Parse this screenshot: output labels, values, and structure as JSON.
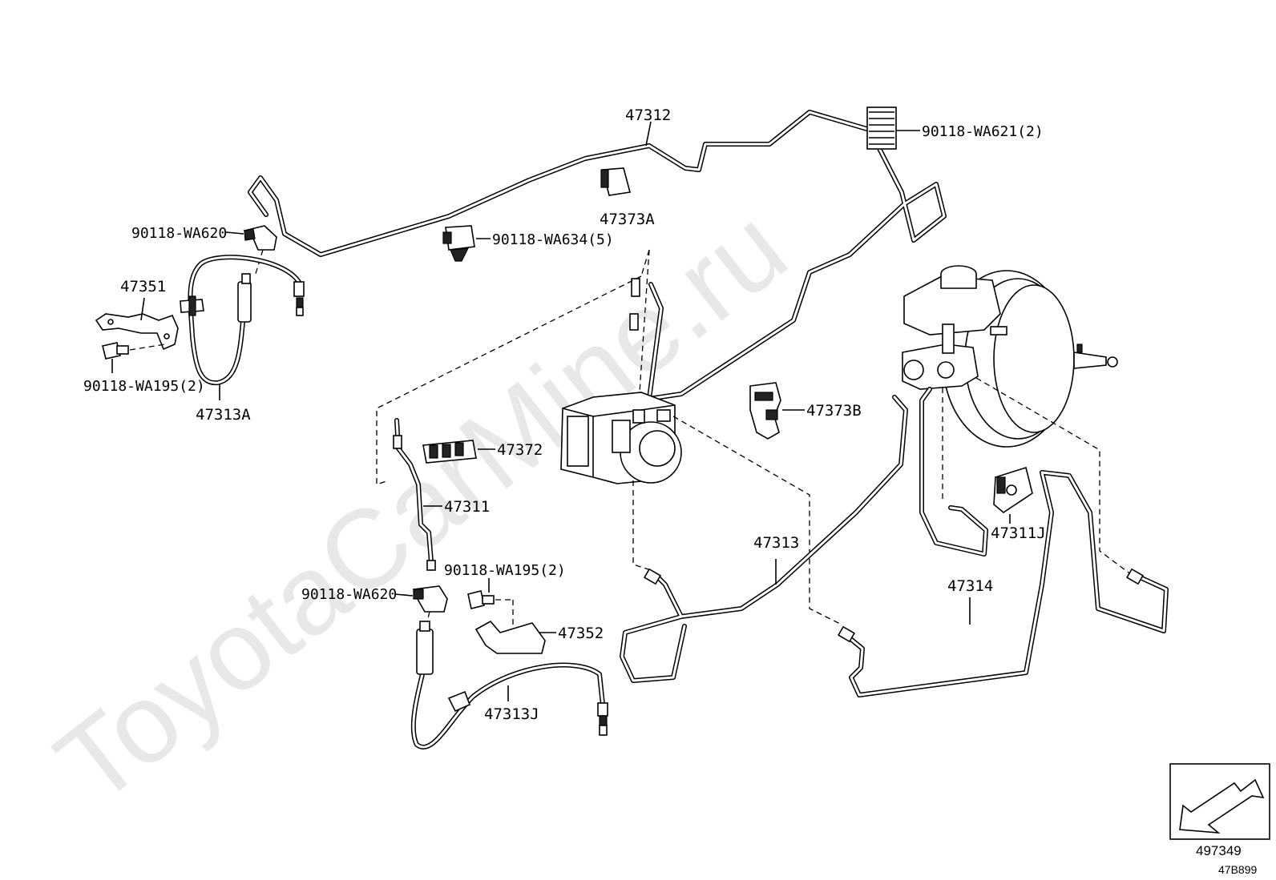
{
  "watermark": "ToyotaCarMine.ru",
  "labels": {
    "p47312": "47312",
    "p90118_wa621": "90118-WA621(2)",
    "p90118_wa620_top": "90118-WA620",
    "p47373a": "47373A",
    "p90118_wa634": "90118-WA634(5)",
    "p47351": "47351",
    "p90118_wa195_top": "90118-WA195(2)",
    "p47313a": "47313A",
    "p47373b": "47373B",
    "p47372": "47372",
    "p47311": "47311",
    "p47313": "47313",
    "p47311j": "47311J",
    "p90118_wa195_bottom": "90118-WA195(2)",
    "p90118_wa620_bottom": "90118-WA620",
    "p47352": "47352",
    "p47314": "47314",
    "p47313j": "47313J"
  },
  "corner": {
    "ref_number": "497349",
    "diagram_code": "47B899"
  }
}
